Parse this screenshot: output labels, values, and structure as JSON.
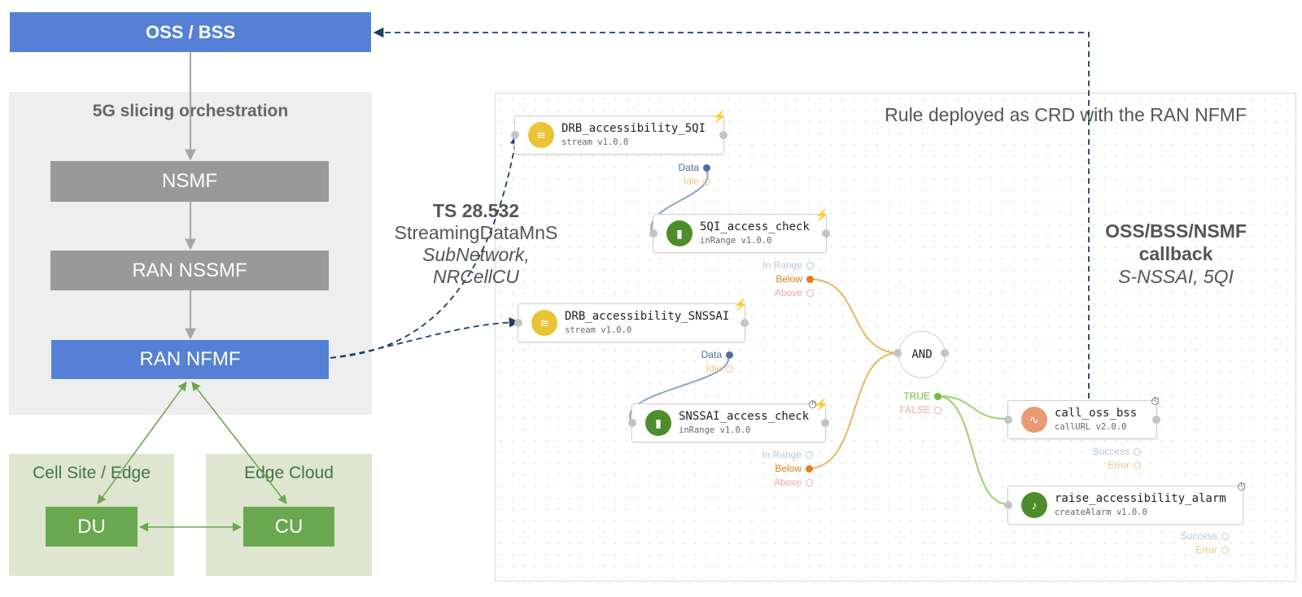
{
  "oss_bss": {
    "label": "OSS / BSS"
  },
  "orchestration": {
    "title": "5G slicing orchestration",
    "nsmf": "NSMF",
    "ran_nssmf": "RAN NSSMF",
    "ran_nfmf": "RAN NFMF"
  },
  "cell_site": {
    "title": "Cell Site / Edge",
    "du": "DU"
  },
  "edge_cloud": {
    "title": "Edge Cloud",
    "cu": "CU"
  },
  "streaming_note": {
    "line1": "TS 28.532",
    "line2": "StreamingDataMnS",
    "line3": "SubNetwork,",
    "line4": "NRCellCU"
  },
  "callback_note": {
    "line1": "OSS/BSS/NSMF",
    "line2": "callback",
    "line3": "S-NSSAI, 5QI"
  },
  "flow": {
    "title": "Rule deployed as CRD with the RAN NFMF",
    "nodes": {
      "drb_5qi": {
        "name": "DRB_accessibility_5QI",
        "version": "stream v1.0.0",
        "icon": "stream-icon",
        "color": "#e8c334"
      },
      "check_5qi": {
        "name": "5QI_access_check",
        "version": "inRange v1.0.0",
        "icon": "range-icon",
        "color": "#4e8d2b"
      },
      "drb_snssai": {
        "name": "DRB_accessibility_SNSSAI",
        "version": "stream v1.0.0",
        "icon": "stream-icon",
        "color": "#e8c334"
      },
      "check_snssai": {
        "name": "SNSSAI_access_check",
        "version": "inRange v1.0.0",
        "icon": "range-icon",
        "color": "#4e8d2b"
      },
      "and": {
        "label": "AND"
      },
      "call_oss": {
        "name": "call_oss_bss",
        "version": "callURL v2.0.0",
        "icon": "pulse-icon",
        "color": "#e99a72"
      },
      "alarm": {
        "name": "raise_accessibility_alarm",
        "version": "createAlarm v1.0.0",
        "icon": "bell-icon",
        "color": "#4e8d2b"
      }
    },
    "ports": {
      "data": "Data",
      "idle": "Idle",
      "in_range": "In Range",
      "below": "Below",
      "above": "Above",
      "true": "TRUE",
      "false": "FALSE",
      "success": "Success",
      "error": "Error"
    },
    "colors": {
      "data_link": "#8da4c5",
      "below_link": "#efb25f",
      "true_link": "#96d36f",
      "dashed": "#1f3d6b",
      "arrow_green": "#6aa84f"
    }
  }
}
